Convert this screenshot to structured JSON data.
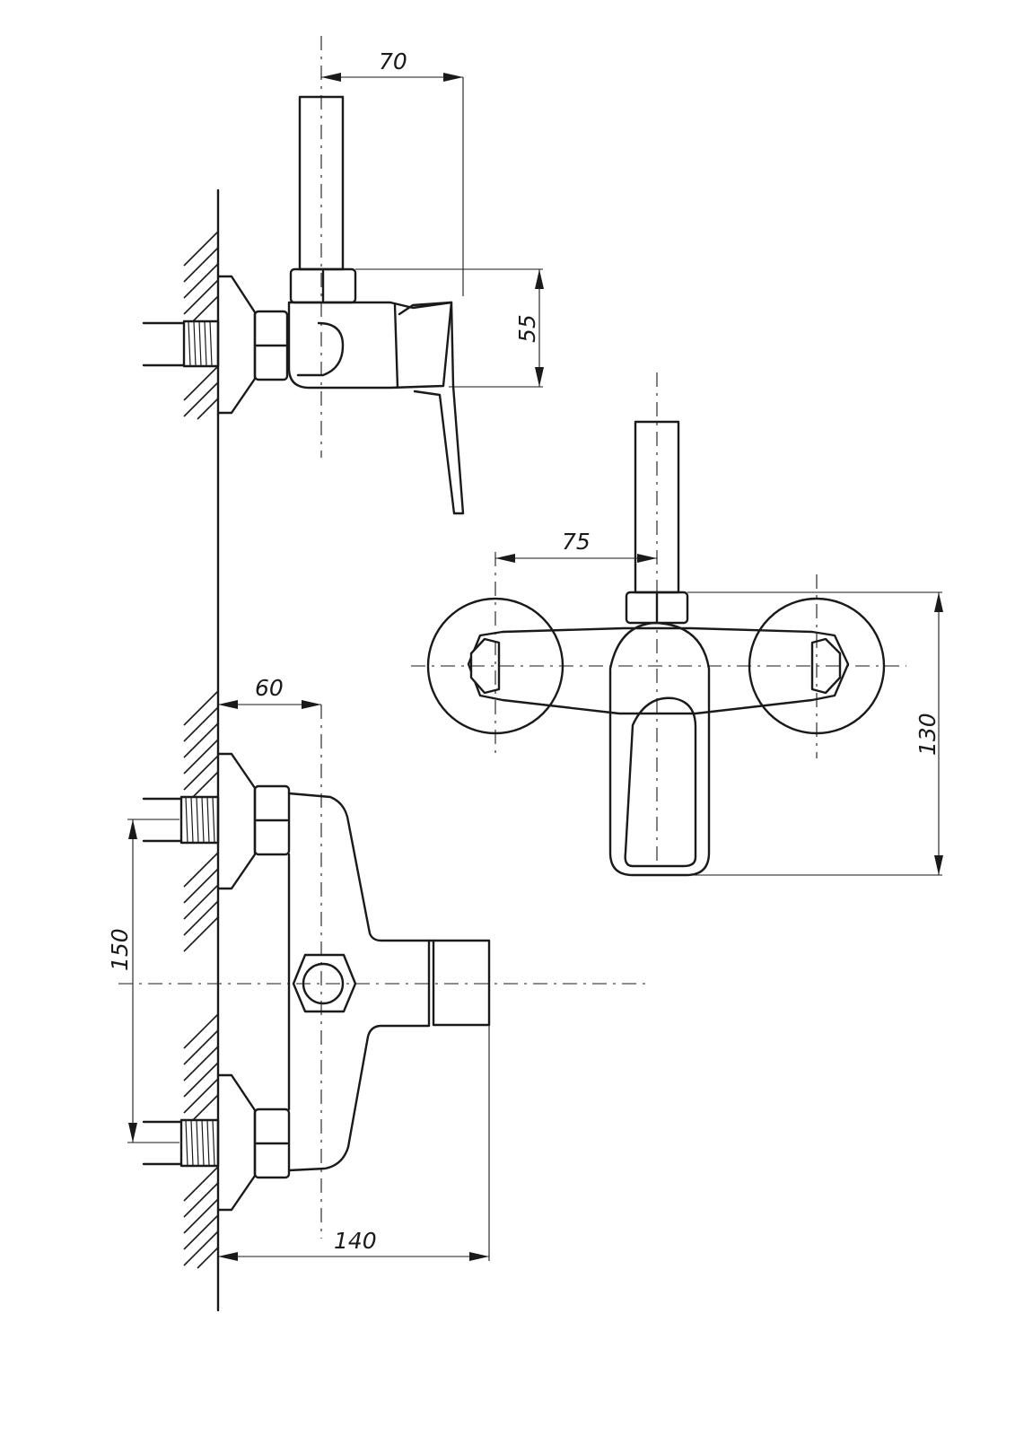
{
  "dimensions": {
    "side_spout_offset": "70",
    "side_height": "55",
    "front_center_offset": "75",
    "front_height": "130",
    "bottom_depth": "60",
    "bottom_spacing": "150",
    "bottom_total_depth": "140"
  },
  "colors": {
    "line": "#1a1a1a",
    "background": "#ffffff"
  }
}
